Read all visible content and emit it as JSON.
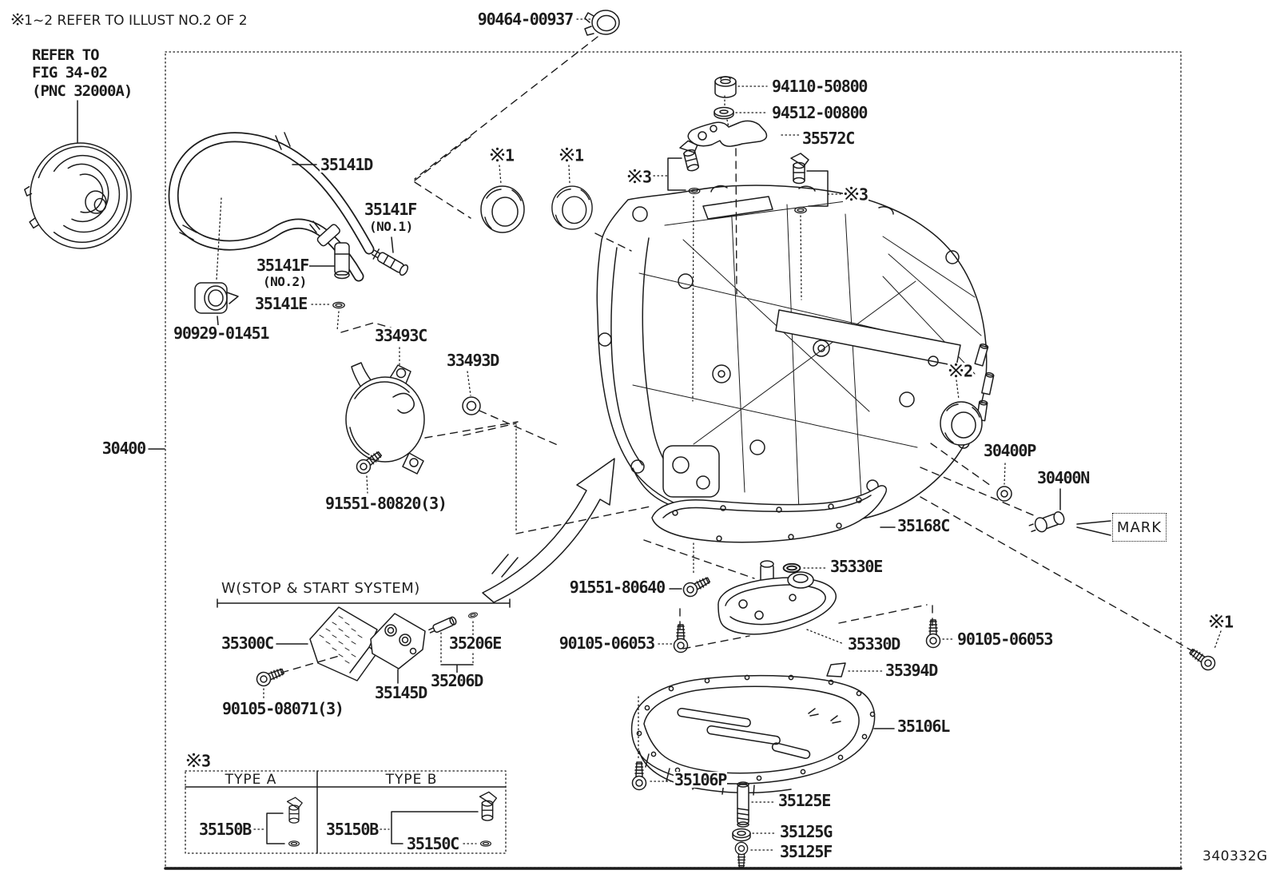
{
  "page": {
    "bg": "#ffffff",
    "ink": "#1c1c1c"
  },
  "notes": {
    "top_note": "※1~2 REFER TO ILLUST NO.2 OF 2",
    "refer_lines": [
      "REFER TO",
      "FIG 34-02",
      "(PNC 32000A)"
    ],
    "system_label": "W(STOP & START SYSTEM)",
    "mark_label": "MARK",
    "diagram_code": "340332G"
  },
  "part_labels": {
    "l90464": "90464-00937",
    "l94110": "94110-50800",
    "l94512": "94512-00800",
    "l35572c": "35572C",
    "l35141d": "35141D",
    "l35141f_no1": "35141F",
    "l35141f_no1_sub": "(NO.1)",
    "l35141f_no2": "35141F",
    "l35141f_no2_sub": "(NO.2)",
    "l35141e": "35141E",
    "l90929": "90929-01451",
    "l33493c": "33493C",
    "l33493d": "33493D",
    "l30400": "30400",
    "l91551_80820": "91551-80820(3)",
    "sym1_seal1": "※1",
    "sym1_seal2": "※1",
    "sym3_left": "※3",
    "sym3_right": "※3",
    "sym2": "※2",
    "l30400p": "30400P",
    "l30400n": "30400N",
    "l35168c": "35168C",
    "l35330e": "35330E",
    "l91551_80640": "91551-80640",
    "l90105_06053_l": "90105-06053",
    "l35330d": "35330D",
    "l90105_06053_r": "90105-06053",
    "l35394d": "35394D",
    "l35300c": "35300C",
    "l35206e": "35206E",
    "l35206d": "35206D",
    "l35145d": "35145D",
    "l90105_08071": "90105-08071(3)",
    "sym3_table": "※3",
    "l35106l": "35106L",
    "l35106p": "35106P",
    "l35125e": "35125E",
    "l35125g": "35125G",
    "l35125f": "35125F",
    "sym1_bolt": "※1"
  },
  "type_table": {
    "headers": [
      "TYPE A",
      "TYPE B"
    ],
    "cells": {
      "a_sensor": "35150B",
      "b_sensor": "35150B",
      "b_oring": "35150C"
    }
  }
}
